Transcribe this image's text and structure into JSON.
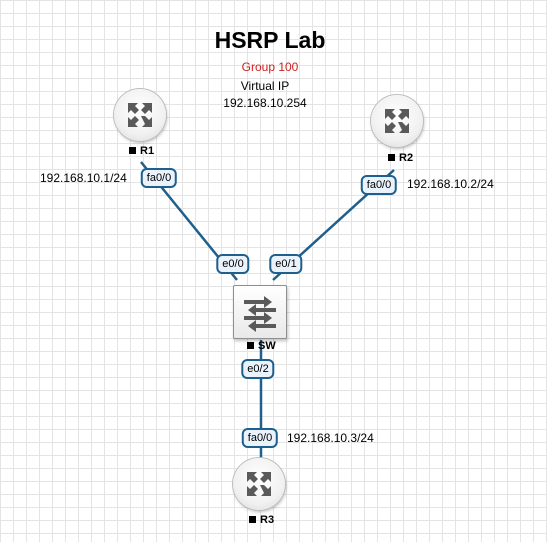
{
  "title": "HSRP Lab",
  "hsrp": {
    "group": "Group 100",
    "virtual_ip_label": "Virtual IP",
    "virtual_ip": "192.168.10.254"
  },
  "nodes": {
    "r1": {
      "name": "R1",
      "icon": "router-icon",
      "ip": "192.168.10.1/24",
      "interface": "fa0/0"
    },
    "r2": {
      "name": "R2",
      "icon": "router-icon",
      "ip": "192.168.10.2/24",
      "interface": "fa0/0"
    },
    "sw": {
      "name": "SW",
      "icon": "switch-icon",
      "interfaces": [
        "e0/0",
        "e0/1",
        "e0/2"
      ]
    },
    "r3": {
      "name": "R3",
      "icon": "router-icon",
      "ip": "192.168.10.3/24",
      "interface": "fa0/0"
    }
  },
  "links": [
    {
      "from": "R1 fa0/0",
      "to": "SW e0/0"
    },
    {
      "from": "R2 fa0/0",
      "to": "SW e0/1"
    },
    {
      "from": "SW e0/2",
      "to": "R3 fa0/0"
    }
  ],
  "colors": {
    "link": "#1f5f8b",
    "group_text": "#d0201f",
    "icon_arrow": "#5a5a5a"
  }
}
